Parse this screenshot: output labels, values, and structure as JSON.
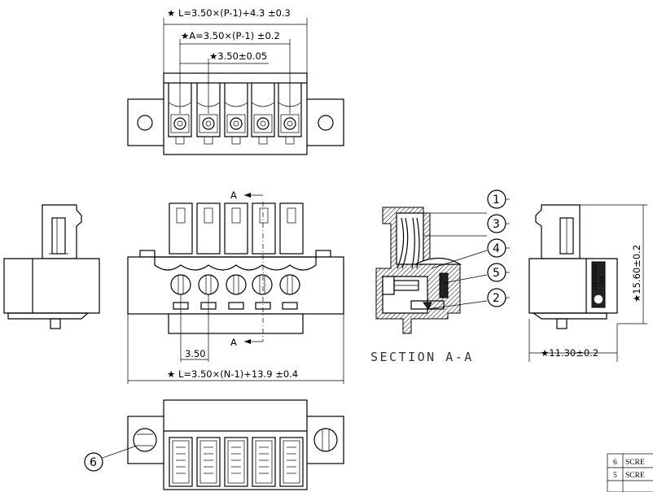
{
  "dimensions": {
    "top_overall": "★ L=3.50×(P-1)+4.3 ±0.3",
    "top_pitch_span": "★A=3.50×(P-1) ±0.2",
    "top_pitch": "★3.50±0.05",
    "front_pitch": "3.50",
    "front_overall": "★ L=3.50×(N-1)+13.9 ±0.4",
    "side_height": "★15.60±0.2",
    "side_depth": "★11.30±0.2"
  },
  "section": {
    "marker": "A",
    "title": "SECTION A-A"
  },
  "balloons": [
    "1",
    "3",
    "4",
    "5",
    "2",
    "6"
  ],
  "side_label": {
    "text1": "15EDGKM",
    "text2": "-3.5"
  },
  "parts_table": [
    {
      "no": "6",
      "name": "SCRE"
    },
    {
      "no": "5",
      "name": "SCRE"
    }
  ]
}
